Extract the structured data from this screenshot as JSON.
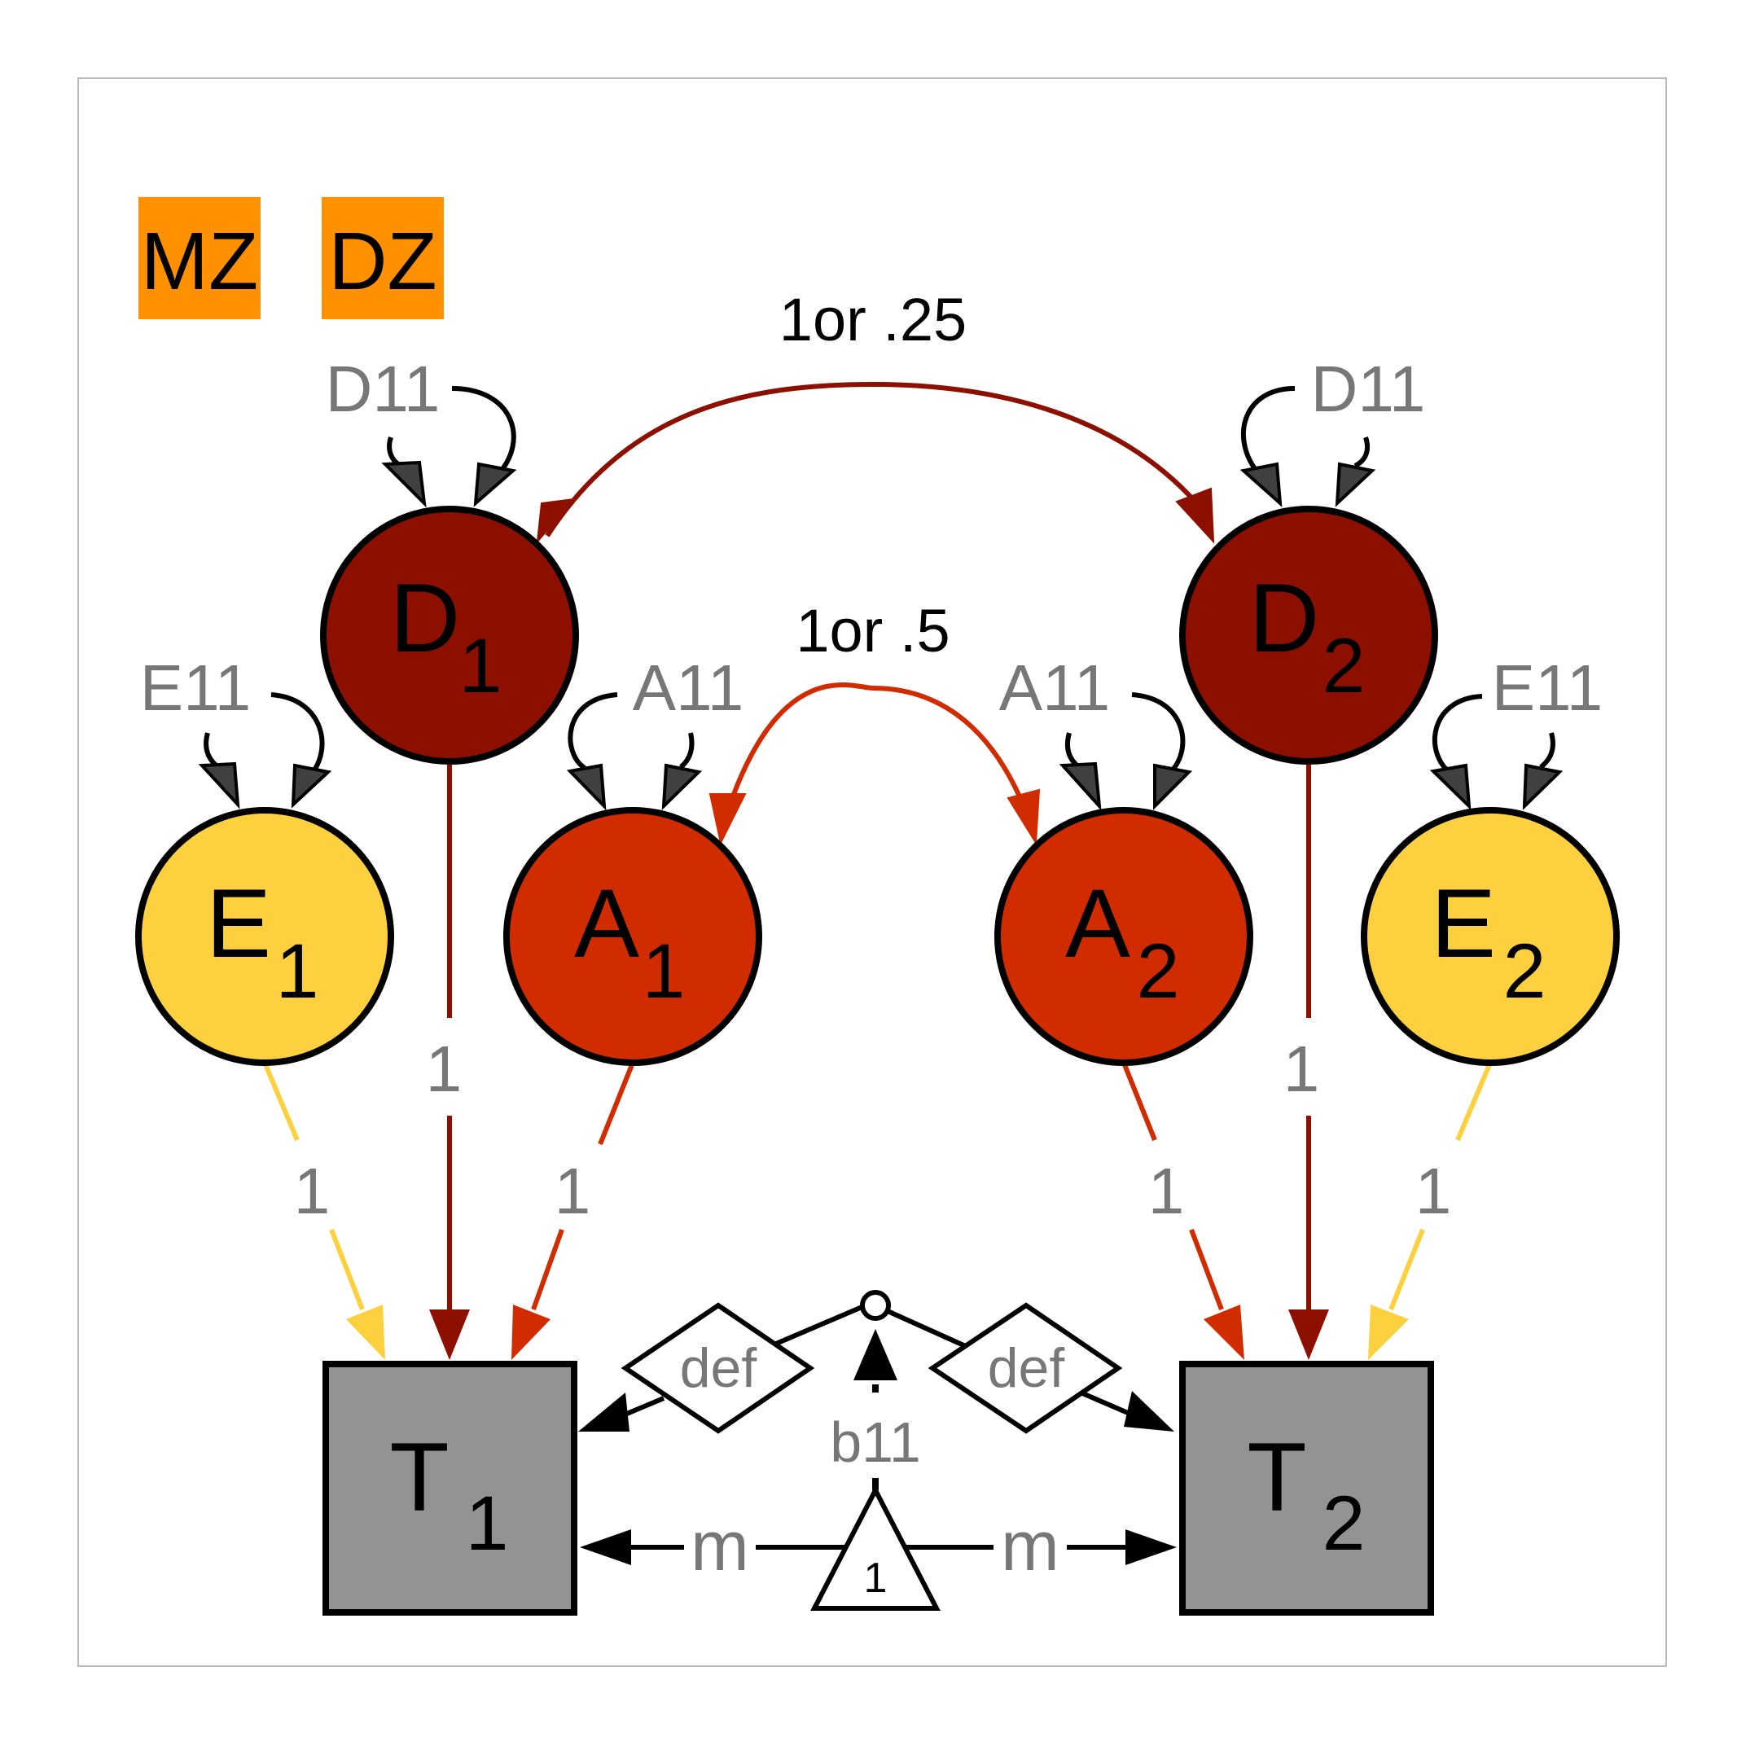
{
  "groups": {
    "mz": "MZ",
    "dz": "DZ"
  },
  "covariances": {
    "d_label": "1or .25",
    "a_label": "1or .5"
  },
  "nodes": {
    "d1": {
      "letter": "D",
      "index": "1",
      "variance": "D11",
      "loading": "1"
    },
    "d2": {
      "letter": "D",
      "index": "2",
      "variance": "D11",
      "loading": "1"
    },
    "a1": {
      "letter": "A",
      "index": "1",
      "variance": "A11",
      "loading": "1"
    },
    "a2": {
      "letter": "A",
      "index": "2",
      "variance": "A11",
      "loading": "1"
    },
    "e1": {
      "letter": "E",
      "index": "1",
      "variance": "E11",
      "loading": "1"
    },
    "e2": {
      "letter": "E",
      "index": "2",
      "variance": "E11",
      "loading": "1"
    },
    "t1": {
      "letter": "T",
      "index": "1"
    },
    "t2": {
      "letter": "T",
      "index": "2"
    }
  },
  "definition": {
    "def_left": "def",
    "def_right": "def",
    "beta": "b11"
  },
  "means": {
    "left": "m",
    "right": "m",
    "constant": "1"
  },
  "colors": {
    "d": "#8c0f00",
    "a": "#d12b00",
    "e": "#fdd03f",
    "group": "#ff9000",
    "observed": "#939393"
  }
}
